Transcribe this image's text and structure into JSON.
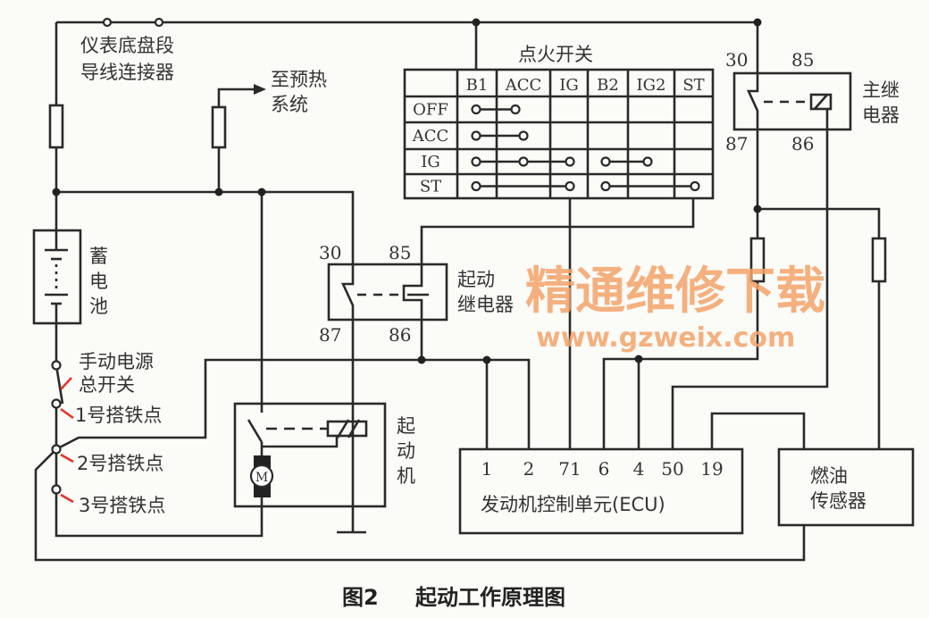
{
  "labels": {
    "connector_line1": "仪表底盘段",
    "connector_line2": "导线连接器",
    "preheat_line1": "至预热",
    "preheat_line2": "系统",
    "battery": [
      "蓄",
      "电",
      "池"
    ],
    "main_switch_line1": "手动电源",
    "main_switch_line2": "总开关",
    "ground1": "1号搭铁点",
    "ground2": "2号搭铁点",
    "ground3": "3号搭铁点",
    "starter": [
      "起",
      "动",
      "机"
    ],
    "start_relay_line1": "起动",
    "start_relay_line2": "继电器",
    "main_relay_line1": "主继",
    "main_relay_line2": "电器",
    "fuel_sensor_line1": "燃油",
    "fuel_sensor_line2": "传感器",
    "ecu_name": "发动机控制单元(ECU)",
    "motor": "M"
  },
  "start_relay_terminals": {
    "t30": "30",
    "t85": "85",
    "t87": "87",
    "t86": "86"
  },
  "main_relay_terminals": {
    "t30": "30",
    "t85": "85",
    "t87": "87",
    "t86": "86"
  },
  "ignition_switch": {
    "title": "点火开关",
    "columns": [
      "B1",
      "ACC",
      "IG",
      "B2",
      "IG2",
      "ST"
    ],
    "rows": [
      {
        "position": "OFF",
        "connections": [
          [
            "B1",
            "ACC"
          ]
        ]
      },
      {
        "position": "ACC",
        "connections": [
          [
            "B1",
            "ACC"
          ]
        ]
      },
      {
        "position": "IG",
        "connections": [
          [
            "B1",
            "ACC",
            "IG"
          ],
          [
            "B2",
            "IG2"
          ]
        ]
      },
      {
        "position": "ST",
        "connections": [
          [
            "B1",
            "IG"
          ],
          [
            "B2",
            "ST"
          ]
        ]
      }
    ]
  },
  "ecu_pins": [
    "1",
    "2",
    "71",
    "6",
    "4",
    "50",
    "19"
  ],
  "caption": {
    "figure": "图2",
    "title": "起动工作原理图"
  },
  "watermark": {
    "cn": "精通维修下载",
    "url": "www.gzweix.com"
  }
}
